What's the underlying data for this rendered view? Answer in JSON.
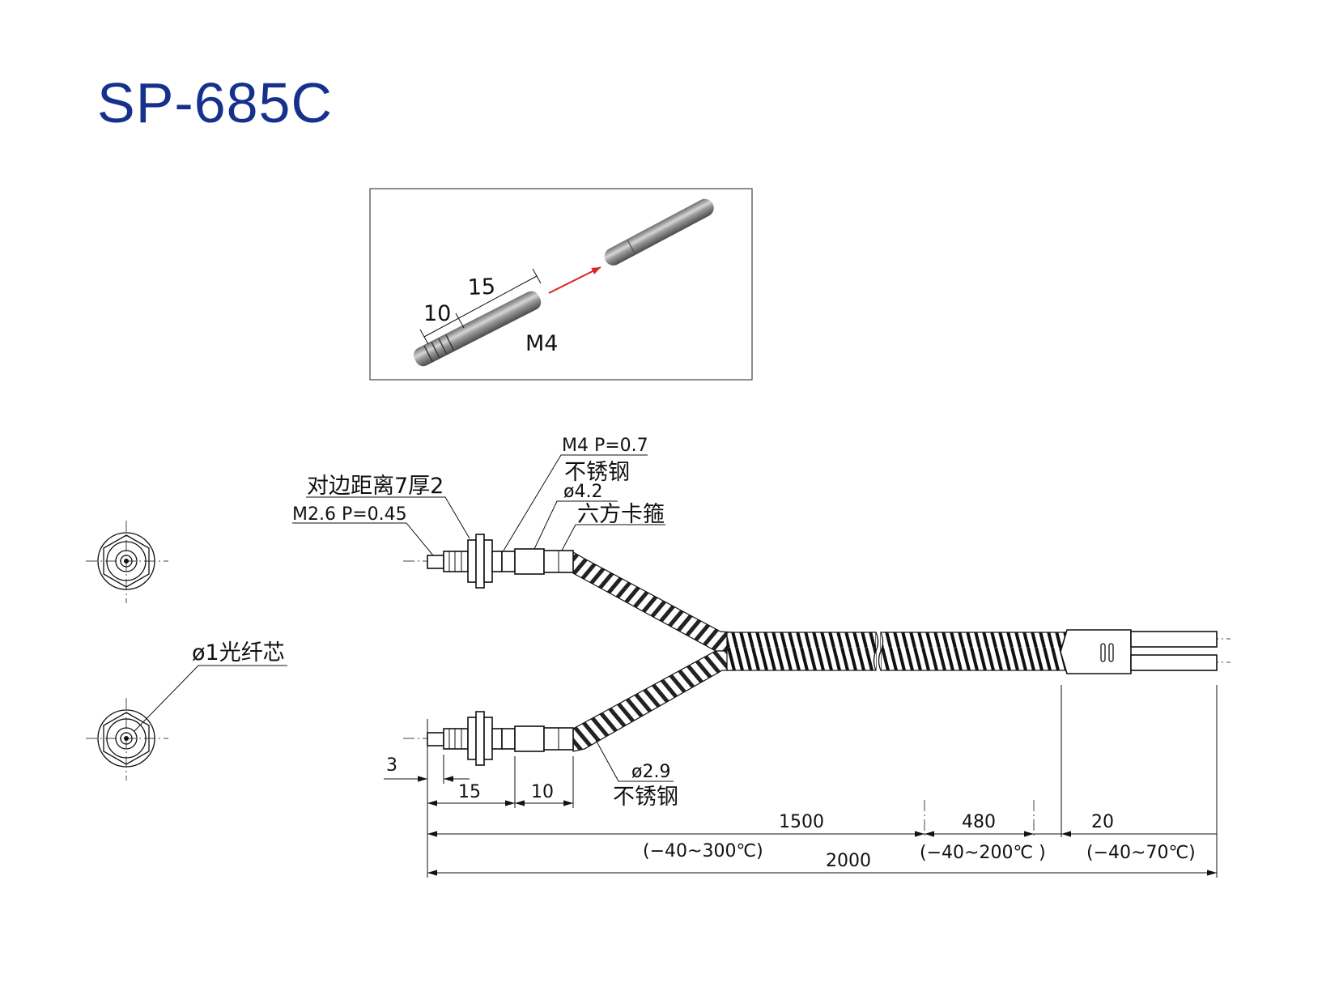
{
  "title": "SP-685C",
  "inset": {
    "dim_total": "15",
    "dim_short": "10",
    "thread": "M4"
  },
  "callouts": {
    "m4_thread": "M4 P=0.7",
    "stainless_top": "不锈钢",
    "hex_flats": "对边距离7厚2",
    "diameter_4_2": "ø4.2",
    "m2_6_thread": "M2.6 P=0.45",
    "hex_clamp": "六方卡箍",
    "fiber_core": "ø1光纤芯",
    "diameter_2_9": "ø2.9",
    "stainless_bottom": "不锈钢"
  },
  "dimensions": {
    "tip": "3",
    "nut": "15",
    "sleeve": "10",
    "seg_high_temp": "1500",
    "seg_mid_temp": "480",
    "seg_end": "20",
    "total": "2000"
  },
  "temperature_ranges": {
    "high": "(−40~300℃)",
    "mid": "(−40~200℃ )",
    "low": "(−40~70℃)"
  },
  "colors": {
    "title": "#15318d",
    "arrow": "#d9231d",
    "line": "#111111"
  }
}
